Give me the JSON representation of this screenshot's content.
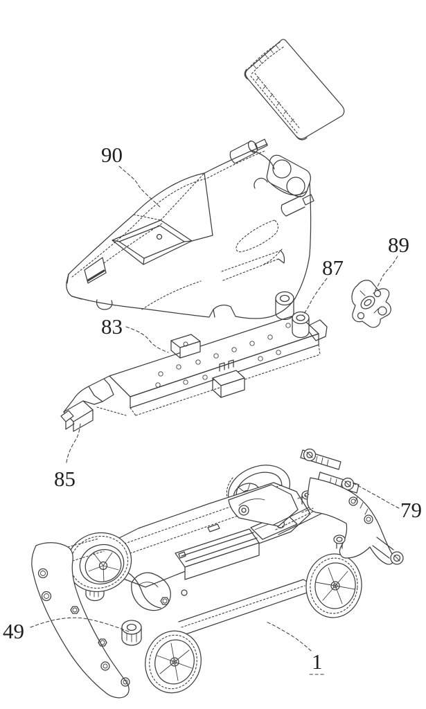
{
  "diagram": {
    "background_color": "#ffffff",
    "ink_color": "#3d3d3d",
    "label_color": "#1f1f1f",
    "part_labels": [
      {
        "ref": "90"
      },
      {
        "ref": "89"
      },
      {
        "ref": "87"
      },
      {
        "ref": "83"
      },
      {
        "ref": "85"
      },
      {
        "ref": "79"
      },
      {
        "ref": "49"
      },
      {
        "ref": "1",
        "underlined": true
      }
    ]
  }
}
